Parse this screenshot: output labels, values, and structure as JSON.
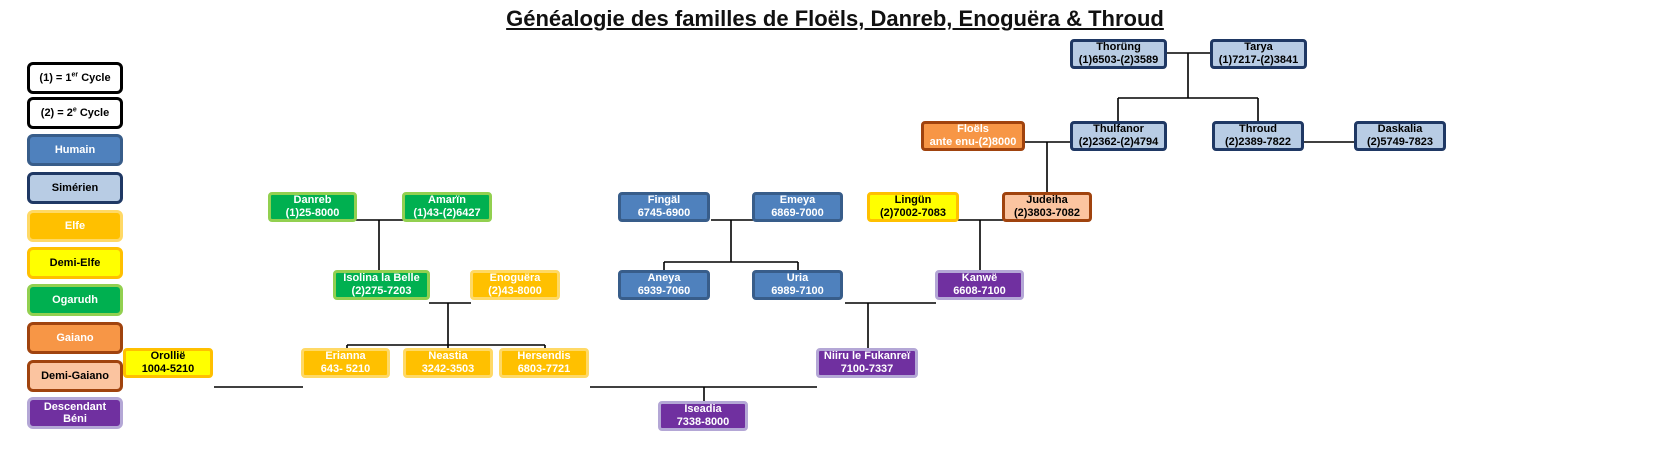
{
  "title": "Généalogie des familles de Floëls, Danreb, Enoguëra & Throud",
  "legend": {
    "cycle1": {
      "prefix": "(1) = 1",
      "sup": "er",
      "suffix": " Cycle"
    },
    "cycle2": {
      "prefix": "(2) = 2",
      "sup": "e",
      "suffix": " Cycle"
    },
    "humain": "Humain",
    "simerien": "Simérien",
    "elfe": "Elfe",
    "demi_elfe": "Demi-Elfe",
    "ogarudh": "Ogarudh",
    "gaiano": "Gaiano",
    "demi_gaiano": "Demi-Gaiano",
    "descendant_l1": "Descendant",
    "descendant_l2": "Béni"
  },
  "colors": {
    "humain": {
      "fill": "#4f81bd",
      "border": "#385d8a",
      "text": "#ffffff"
    },
    "simerien": {
      "fill": "#b8cce4",
      "border": "#1f3864",
      "text": "#000000"
    },
    "elfe": {
      "fill": "#ffc000",
      "border": "#ffd966",
      "text": "#ffffff"
    },
    "demi_elfe": {
      "fill": "#ffff00",
      "border": "#ffc000",
      "text": "#000000"
    },
    "ogarudh": {
      "fill": "#00b050",
      "border": "#92d050",
      "text": "#ffffff"
    },
    "gaiano": {
      "fill": "#f79646",
      "border": "#a0430e",
      "text": "#ffffff"
    },
    "demi_gaiano": {
      "fill": "#fbc4a0",
      "border": "#a0430e",
      "text": "#000000"
    },
    "descendant": {
      "fill": "#7030a0",
      "border": "#b4a7d6",
      "text": "#ffffff"
    }
  },
  "persons": {
    "thorung": {
      "name": "Thorüng",
      "dates": "(1)6503-(2)3589",
      "type": "simerien"
    },
    "tarya": {
      "name": "Tarya",
      "dates": "(1)7217-(2)3841",
      "type": "simerien"
    },
    "floels": {
      "name": "Floëls",
      "dates": "ante enu-(2)8000",
      "type": "gaiano"
    },
    "thulfanor": {
      "name": "Thulfanor",
      "dates": "(2)2362-(2)4794",
      "type": "simerien"
    },
    "throud": {
      "name": "Throud",
      "dates": "(2)2389-7822",
      "type": "simerien"
    },
    "daskalia": {
      "name": "Daskalia",
      "dates": "(2)5749-7823",
      "type": "simerien"
    },
    "danreb": {
      "name": "Danreb",
      "dates": "(1)25-8000",
      "type": "ogarudh"
    },
    "amarin": {
      "name": "Amarïn",
      "dates": "(1)43-(2)6427",
      "type": "ogarudh"
    },
    "fingal": {
      "name": "Fingäl",
      "dates": "6745-6900",
      "type": "humain"
    },
    "emeya": {
      "name": "Emeya",
      "dates": "6869-7000",
      "type": "humain"
    },
    "lingun": {
      "name": "Lingün",
      "dates": "(2)7002-7083",
      "type": "demi_elfe"
    },
    "judeiha": {
      "name": "Judeiha",
      "dates": "(2)3803-7082",
      "type": "demi_gaiano"
    },
    "isolina": {
      "name": "Isolina la Belle",
      "dates": "(2)275-7203",
      "type": "ogarudh"
    },
    "enoguera": {
      "name": "Enoguëra",
      "dates": "(2)43-8000",
      "type": "elfe"
    },
    "aneya": {
      "name": "Aneya",
      "dates": "6939-7060",
      "type": "humain"
    },
    "uria": {
      "name": "Uria",
      "dates": "6989-7100",
      "type": "humain"
    },
    "kanwe": {
      "name": "Kanwë",
      "dates": "6608-7100",
      "type": "descendant"
    },
    "orollie": {
      "name": "Orollië",
      "dates": "1004-5210",
      "type": "demi_elfe"
    },
    "erianna": {
      "name": "Erianna",
      "dates": "643- 5210",
      "type": "elfe"
    },
    "neastia": {
      "name": "Neastia",
      "dates": "3242-3503",
      "type": "elfe"
    },
    "hersendis": {
      "name": "Hersendis",
      "dates": "6803-7721",
      "type": "elfe"
    },
    "niiru": {
      "name": "Niiru le Fukanreï",
      "dates": "7100-7337",
      "type": "descendant"
    },
    "iseadia": {
      "name": "Iseadia",
      "dates": "7338-8000",
      "type": "descendant"
    }
  }
}
